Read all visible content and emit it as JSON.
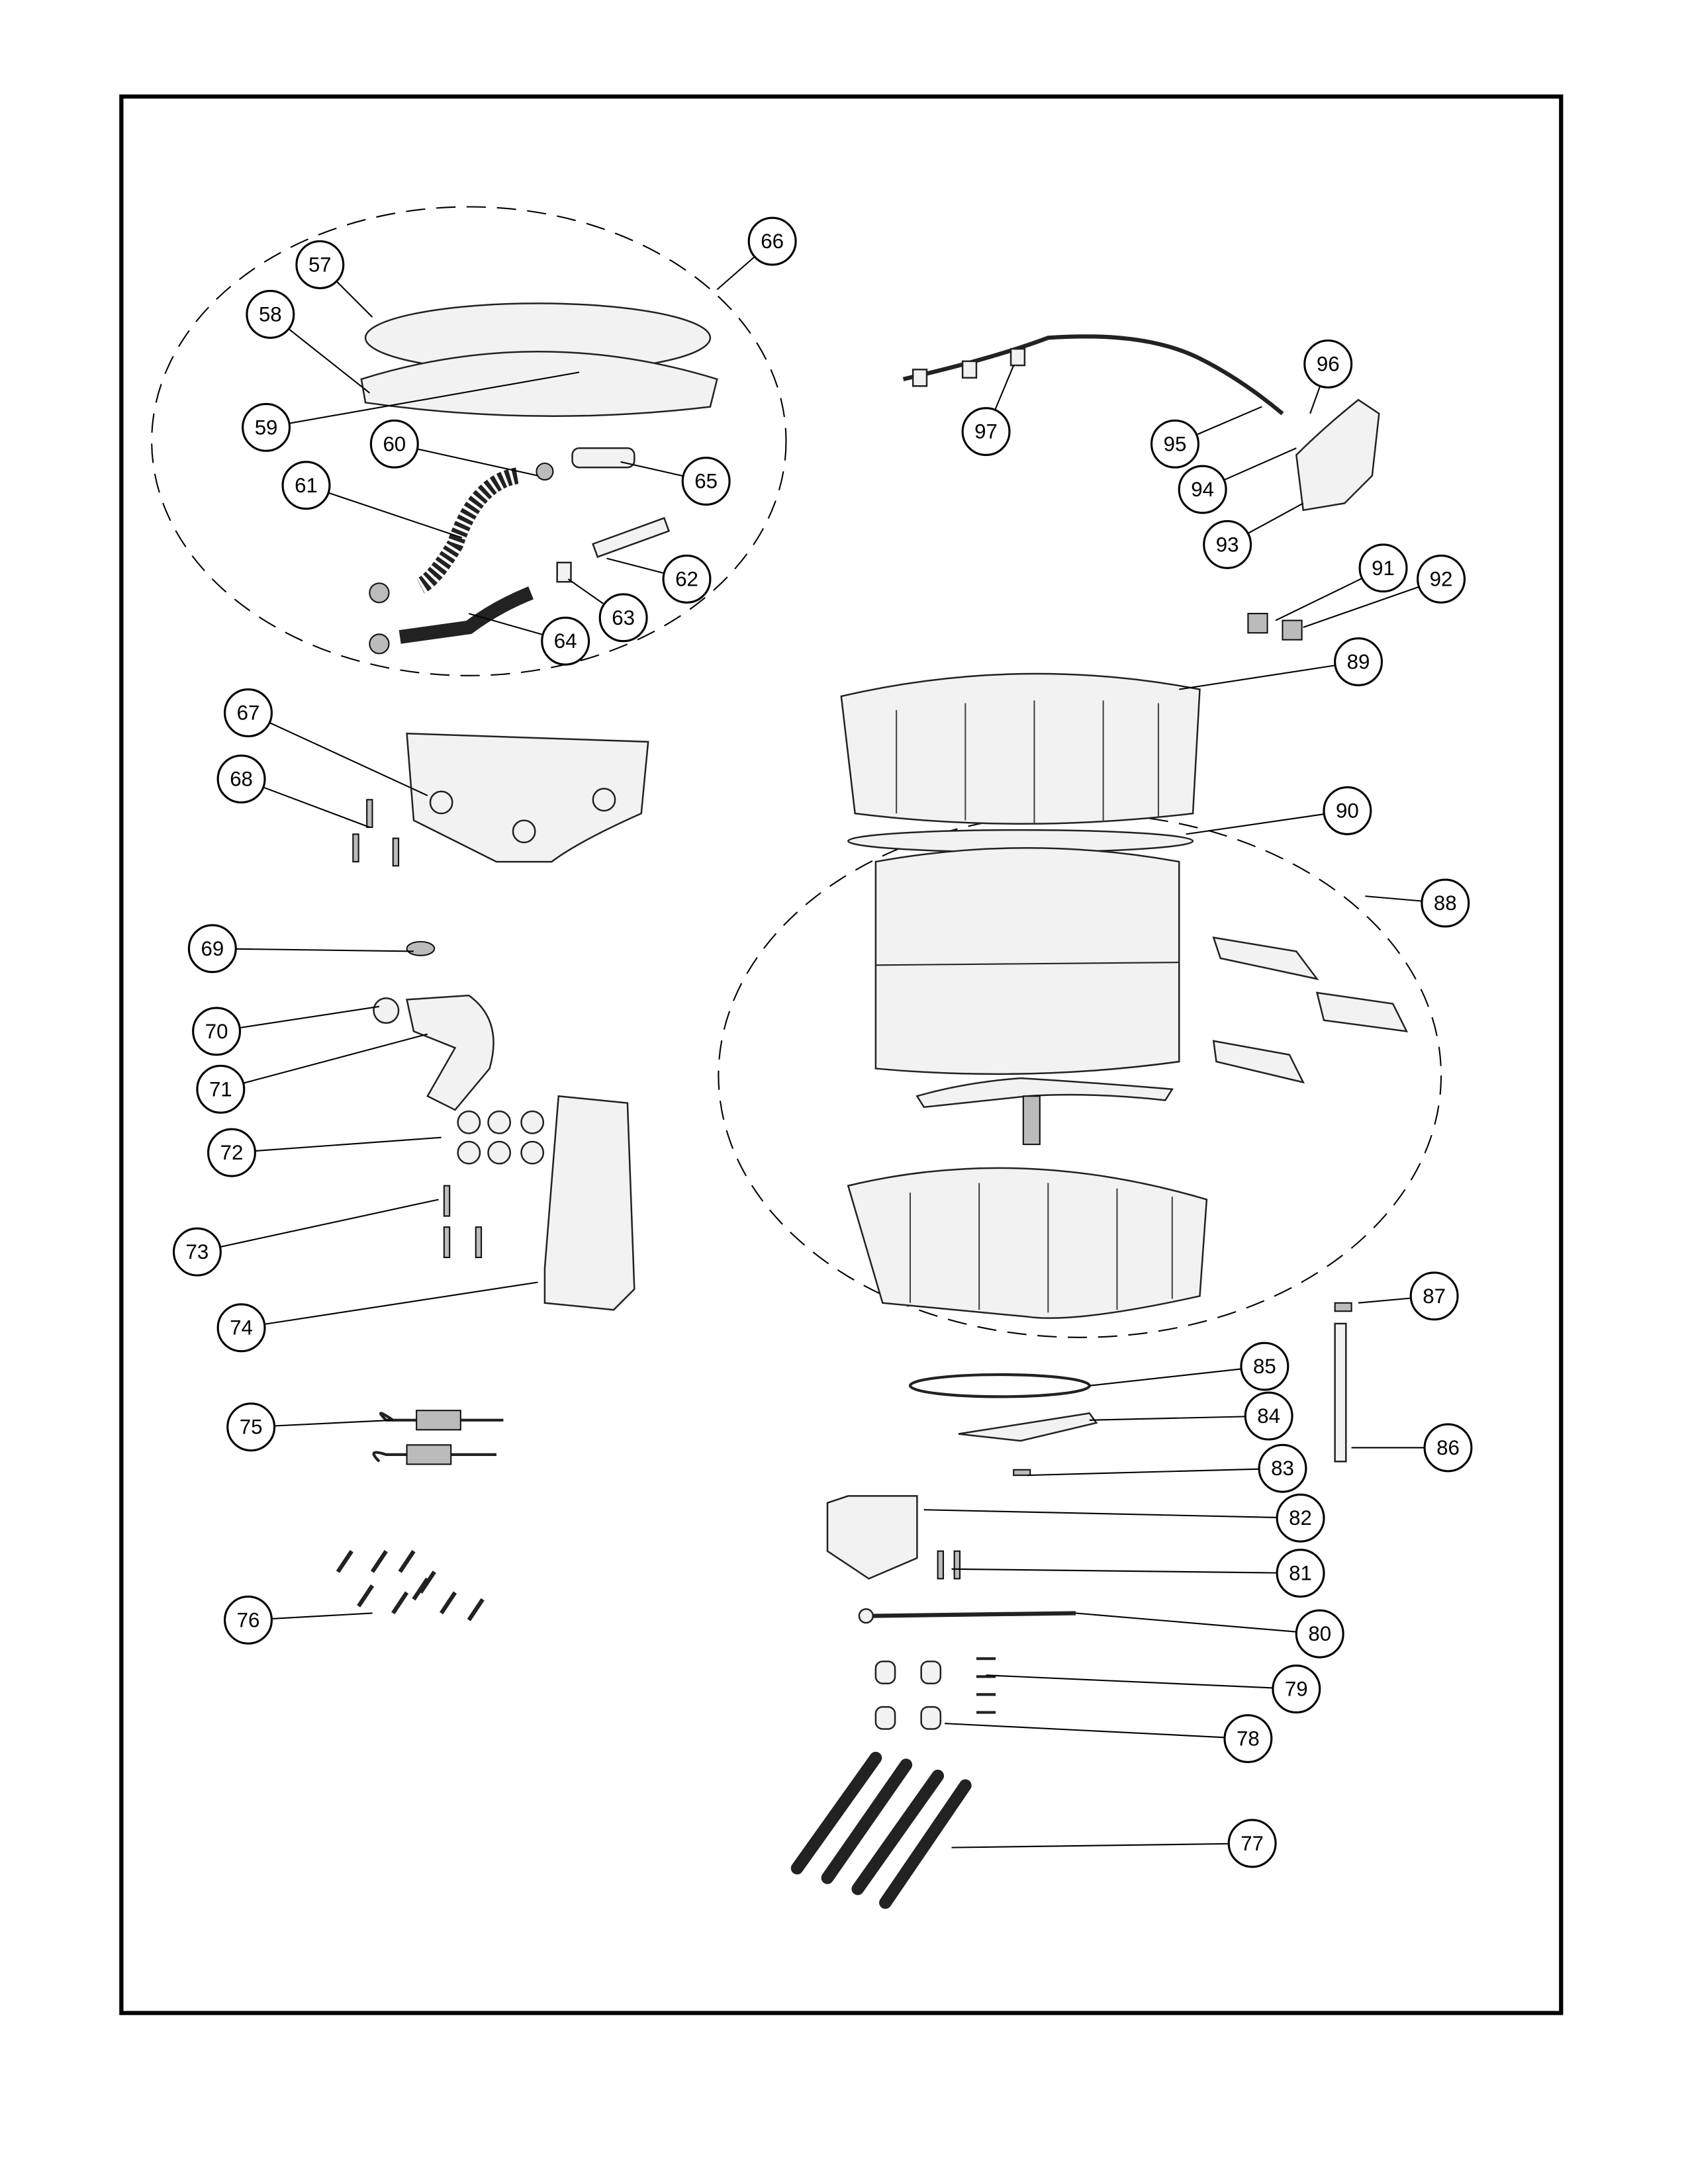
{
  "diagram": {
    "type": "exploded-parts-diagram",
    "callouts": [
      "57",
      "58",
      "59",
      "60",
      "61",
      "62",
      "63",
      "64",
      "65",
      "66",
      "67",
      "68",
      "69",
      "70",
      "71",
      "72",
      "73",
      "74",
      "75",
      "76",
      "77",
      "78",
      "79",
      "80",
      "81",
      "82",
      "83",
      "84",
      "85",
      "86",
      "87",
      "88",
      "89",
      "90",
      "91",
      "92",
      "93",
      "94",
      "95",
      "96",
      "97"
    ],
    "colors": {
      "line": "#000000",
      "part_fill": "#f2f2f2",
      "callout_fill": "#ffffff"
    }
  }
}
